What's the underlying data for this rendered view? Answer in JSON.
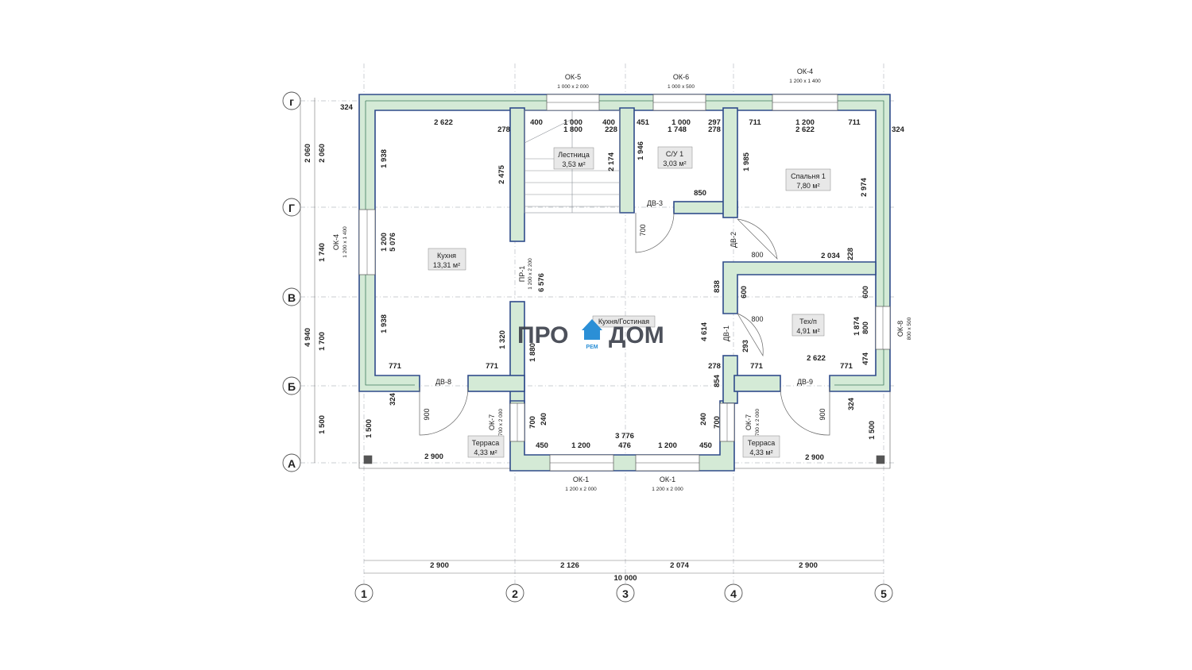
{
  "plan": {
    "axes_numeric": [
      "1",
      "2",
      "3",
      "4",
      "5"
    ],
    "axes_letters": [
      "А",
      "Б",
      "В",
      "Г",
      "г"
    ],
    "bottom_dims": [
      "2 900",
      "2 126",
      "2 074",
      "2 900"
    ],
    "total_width": "10 000",
    "left_dims_outer": [
      "2 060",
      "4 940"
    ],
    "left_dims_inner": [
      "2 060",
      "1 740",
      "1 700",
      "1 500"
    ],
    "rooms": [
      {
        "name": "Лестница",
        "area": "3,53 м²"
      },
      {
        "name": "С/У 1",
        "area": "3,03 м²"
      },
      {
        "name": "Спальня 1",
        "area": "7,80 м²"
      },
      {
        "name": "Кухня",
        "area": "13,31 м²"
      },
      {
        "name": "Кухня/Гостиная",
        "area": ""
      },
      {
        "name": "Тех/п",
        "area": "4,91 м²"
      },
      {
        "name": "Терраса",
        "area": "4,33 м²"
      },
      {
        "name": "Терраса",
        "area": "4,33 м²"
      }
    ],
    "windows": [
      {
        "name": "ОК-5",
        "size": "1 000 x 2 000"
      },
      {
        "name": "ОК-6",
        "size": "1 000 x 500"
      },
      {
        "name": "ОК-4",
        "size": "1 200 x 1 400"
      },
      {
        "name": "ОК-4",
        "size": "1 200 x 1 400"
      },
      {
        "name": "ОК-8",
        "size": "800 x 500"
      },
      {
        "name": "ОК-7",
        "size": "700 x 2 000"
      },
      {
        "name": "ОК-7",
        "size": "700 x 2 000"
      },
      {
        "name": "ОК-1",
        "size": "1 200 x 2 000"
      },
      {
        "name": "ОК-1",
        "size": "1 200 x 2 000"
      },
      {
        "name": "ПР-1",
        "size": "1 200 x 2 200"
      }
    ],
    "doors": [
      "ДВ-3",
      "ДВ-2",
      "ДВ-1",
      "ДВ-8",
      "ДВ-9"
    ],
    "dims_top_row": [
      "2 622",
      "278",
      "400",
      "1 000",
      "1 800",
      "400",
      "228",
      "451",
      "1 000",
      "1 748",
      "297",
      "278",
      "711",
      "1 200",
      "2 622",
      "711"
    ],
    "dims_misc": [
      "324",
      "324",
      "1 938",
      "5 076",
      "1 200",
      "1 938",
      "2 475",
      "6 576",
      "2 174",
      "1 946",
      "1 985",
      "2 974",
      "850",
      "700",
      "800",
      "2 034",
      "228",
      "838",
      "600",
      "600",
      "800",
      "1 874",
      "474",
      "800",
      "293",
      "4 614",
      "1 320",
      "1 880",
      "771",
      "771",
      "771",
      "771",
      "2 622",
      "278",
      "854",
      "324",
      "324",
      "900",
      "900",
      "700",
      "240",
      "240",
      "700",
      "450",
      "1 200",
      "476",
      "1 200",
      "450",
      "3 776",
      "2 900",
      "2 900",
      "1 500",
      "1 500"
    ],
    "watermark": {
      "left": "ПРО",
      "right": "ДОМ",
      "small": "РЕМ"
    },
    "colors": {
      "wall_fill": "#d4ead6",
      "wall_outer": "#2f4b8a",
      "wall_line": "#3d7a5e",
      "axis": "#9aa0a6",
      "watermark_icon": "#2b8fd6"
    }
  }
}
